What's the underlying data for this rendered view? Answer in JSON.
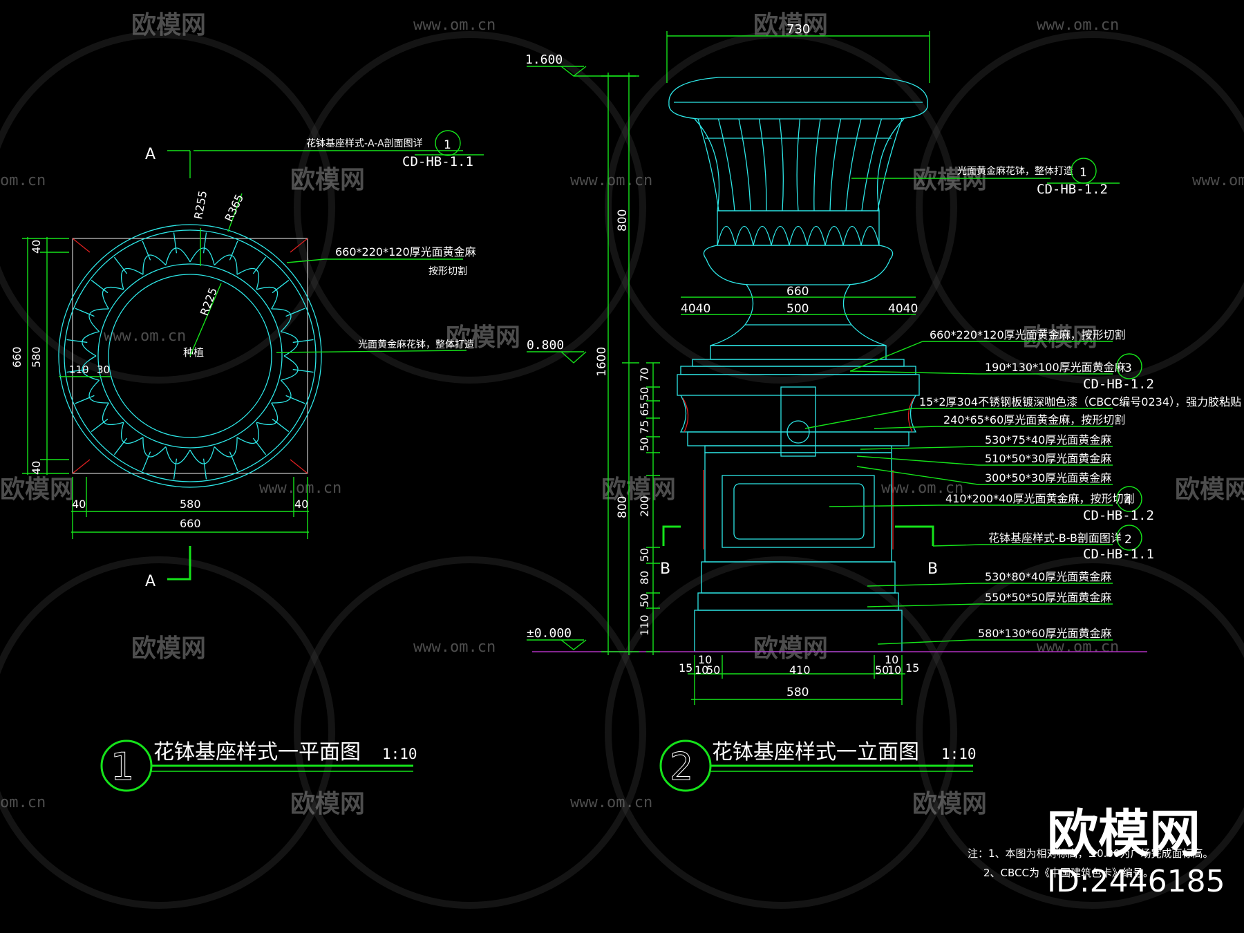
{
  "watermark": {
    "brand": "欧模网",
    "url_full": "www.om.cn",
    "url_short": "om.cn"
  },
  "plan": {
    "section_label": "A",
    "callout_1": {
      "text": "花钵基座样式-A-A剖面图详",
      "num": "1",
      "ref": "CD-HB-1.1"
    },
    "radius_labels": [
      "R255",
      "R365",
      "R225"
    ],
    "note_stone": "660*220*120厚光面黄金麻",
    "note_cut": "按形切割",
    "note_pot": "光面黄金麻花钵，整体打造",
    "planting": "种植",
    "dims_left": [
      "40",
      "580",
      "40"
    ],
    "dims_left_total": "660",
    "dims_inner": [
      "110",
      "30"
    ],
    "dims_bottom": [
      "40",
      "580",
      "40"
    ],
    "dims_bottom_total": "660",
    "title": "花钵基座样式一平面图",
    "title_num": "1",
    "scale": "1:10"
  },
  "elevation": {
    "top_width": "730",
    "levels": [
      "1.600",
      "0.800",
      "±0.000"
    ],
    "callout_1": {
      "text": "光面黄金麻花钵，整体打造",
      "num": "1",
      "ref": "CD-HB-1.2"
    },
    "neck_dims": {
      "top": "660",
      "mid": "500",
      "left": "4040",
      "right": "4040"
    },
    "notes": [
      "660*220*120厚光面黄金麻，按形切割",
      "190*130*100厚光面黄金麻",
      "15*2厚304不锈钢板镀深咖色漆（CBCC编号0234），强力胶粘贴",
      "240*65*60厚光面黄金麻，按形切割",
      "530*75*40厚光面黄金麻",
      "510*50*30厚光面黄金麻",
      "300*50*30厚光面黄金麻",
      "410*200*40厚光面黄金麻，按形切割",
      "花钵基座样式-B-B剖面图详",
      "530*80*40厚光面黄金麻",
      "550*50*50厚光面黄金麻",
      "580*130*60厚光面黄金麻"
    ],
    "callout_3": {
      "num": "3",
      "ref": "CD-HB-1.2"
    },
    "callout_4": {
      "num": "4",
      "ref": "CD-HB-1.2"
    },
    "callout_2": {
      "num": "2",
      "ref": "CD-HB-1.1"
    },
    "section_label": "B",
    "vdims_outer": [
      "800",
      "1600",
      "800"
    ],
    "vdims_inner": [
      "70",
      "50",
      "65",
      "75",
      "50",
      "200",
      "50",
      "80",
      "50",
      "110"
    ],
    "bottom_dims": [
      "15",
      "10",
      "10",
      "50",
      "410",
      "50",
      "10",
      "10",
      "15"
    ],
    "bottom_total": "580",
    "title": "花钵基座样式一立面图",
    "title_num": "2",
    "scale": "1:10"
  },
  "footer": {
    "note_1": "注：1、本图为相对标高，±0.00为广场完成面标高。",
    "note_2": "2、CBCC为《中国建筑色卡》编号。",
    "logo": "欧模网",
    "id": "ID:2446185"
  }
}
